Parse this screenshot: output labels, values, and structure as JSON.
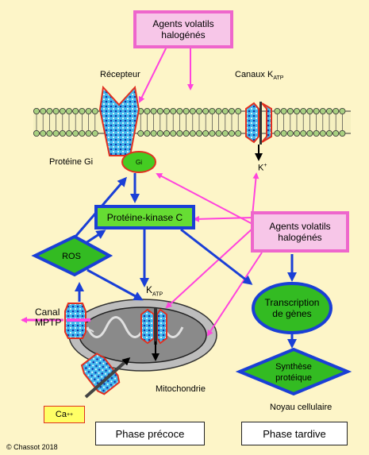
{
  "agents_top": "Agents volatils halogénés",
  "agents_right": "Agents volatils halogénés",
  "recepteur": "Récepteur",
  "canaux_katp": {
    "main": "Canaux K",
    "sub": "ATP"
  },
  "proteine_gi": "Protéine Gi",
  "gi": "Gi",
  "k_plus": {
    "main": "K",
    "sup": "+"
  },
  "pkc": "Protéine-kinase C",
  "ros": "ROS",
  "katp_mito": {
    "main": "K",
    "sub": "ATP"
  },
  "canal_mptp": {
    "line1": "Canal",
    "line2": "MPTP"
  },
  "transcription": "Transcription de gènes",
  "synthese": "Synthèse protéique",
  "mitochondrie": "Mitochondrie",
  "noyau": "Noyau cellulaire",
  "ca": {
    "main": "Ca",
    "sup": "++"
  },
  "phase_precoce": "Phase précoce",
  "phase_tardive": "Phase tardive",
  "copyright": "© Chassot 2018",
  "colors": {
    "background": "#fdf5c8",
    "pink_arrow": "#ff44dd",
    "blue_arrow": "#1a3fd6",
    "green": "#33bb22",
    "membrane": "#a8d080"
  }
}
